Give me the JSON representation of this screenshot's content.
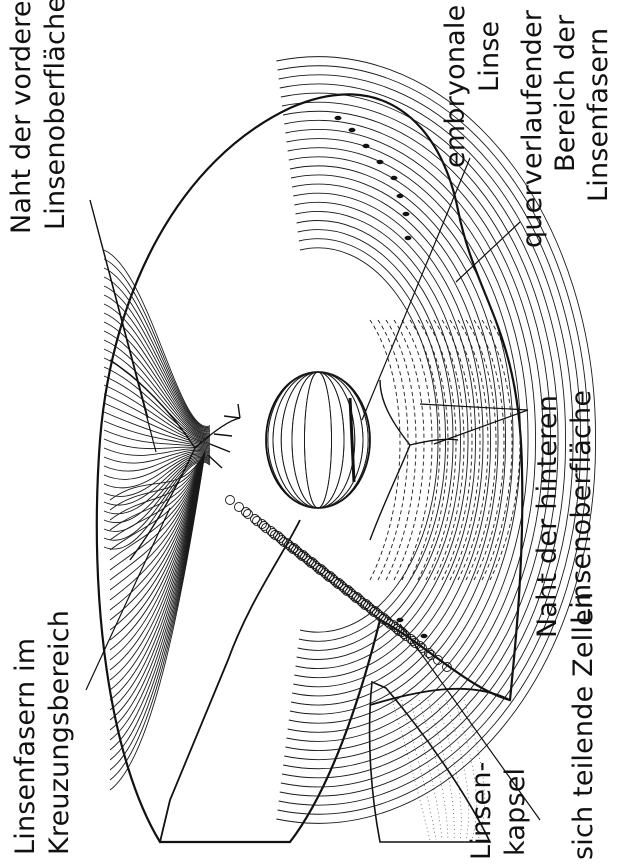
{
  "figure": {
    "ink_color": "#111111",
    "background_color": "#ffffff"
  },
  "labels": {
    "anterior_suture": {
      "line1": "Naht der vorderen",
      "line2": "Linsenoberfläche"
    },
    "embryonic_lens": {
      "line1": "embryonale",
      "line2": "Linse"
    },
    "transverse_fibers": {
      "line1": "querverlaufender",
      "line2": "Bereich der",
      "line3": "Linsenfasern"
    },
    "posterior_suture": {
      "line1": "Naht der hinteren",
      "line2": "Linsenoberfläche"
    },
    "dividing_cells": {
      "line1": "sich teilende Zellen"
    },
    "lens_capsule": {
      "line1": "Linsen-",
      "line2": "kapsel"
    },
    "crossing_fibers": {
      "line1": "Linsenfasern im",
      "line2": "Kreuzungsbereich"
    }
  }
}
